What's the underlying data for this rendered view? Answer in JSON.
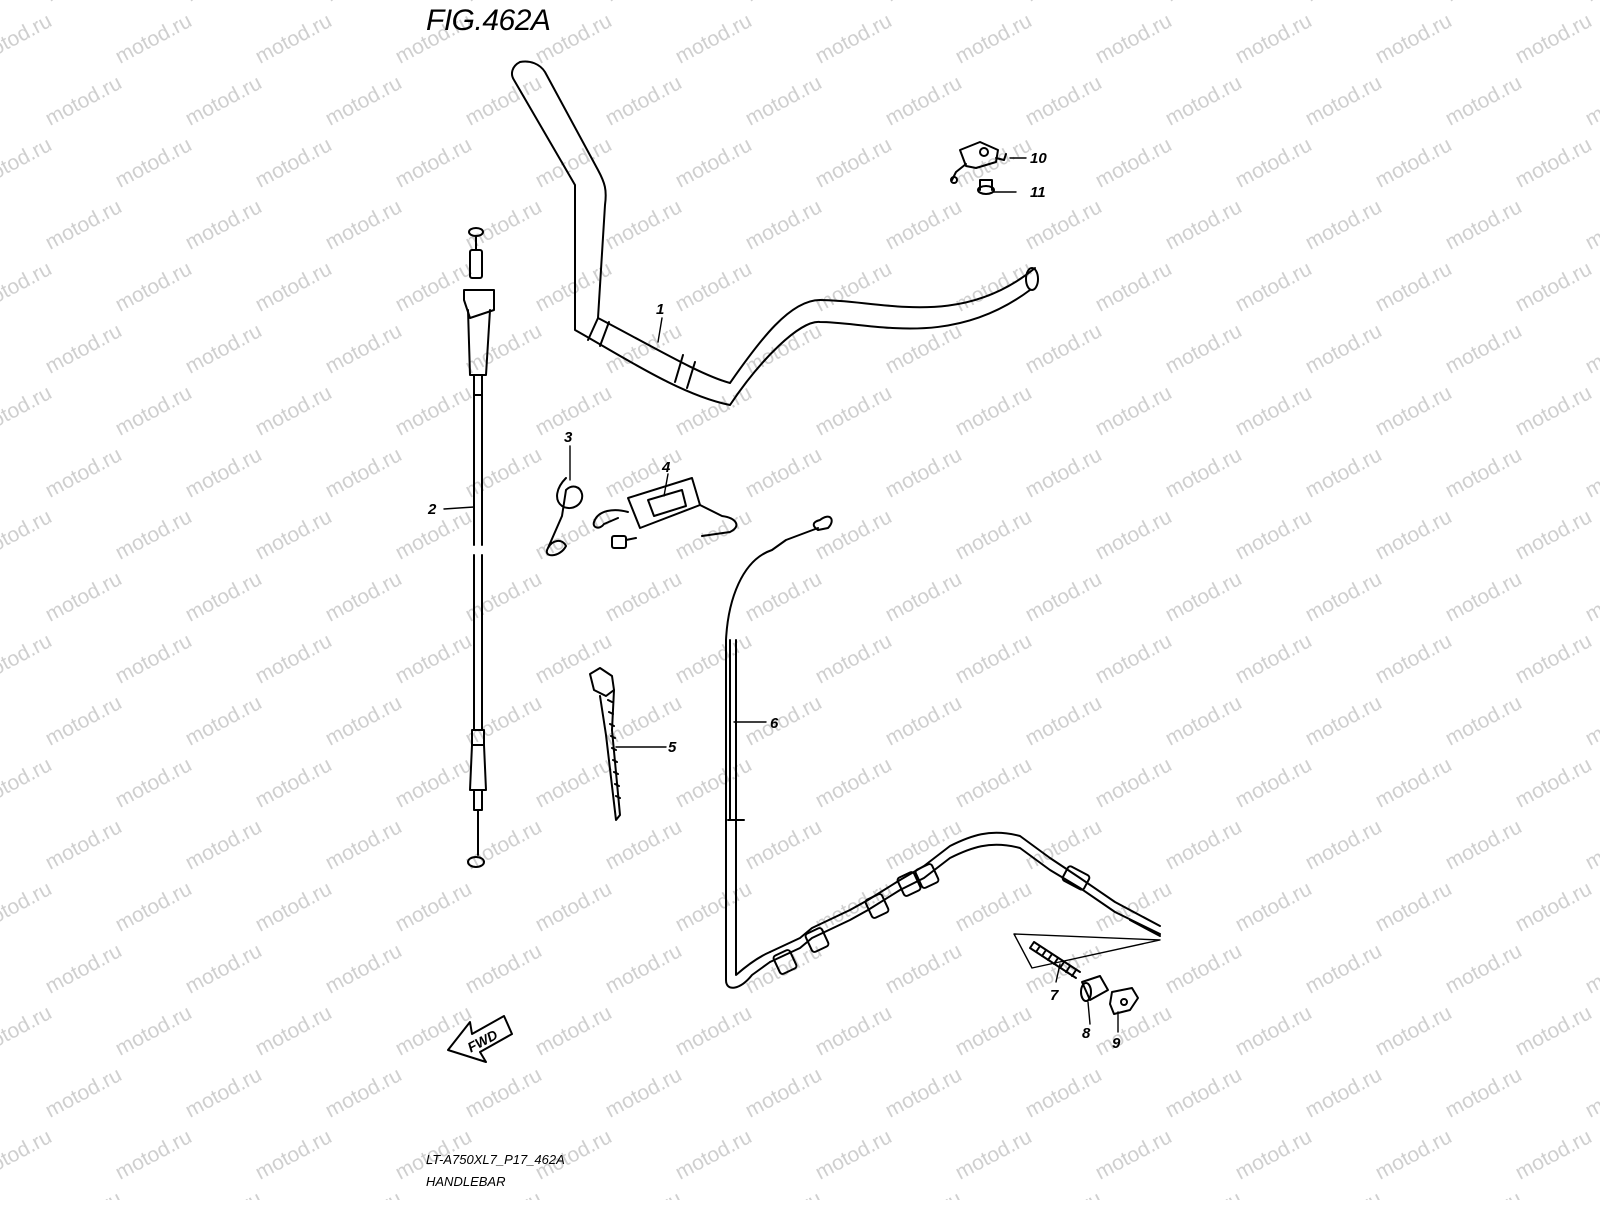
{
  "figure": {
    "title": "FIG.462A",
    "drawing_code": "LT-A750XL7_P17_462A",
    "section_name": "HANDLEBAR"
  },
  "watermark": "motod.ru",
  "direction_badge": "FWD",
  "callouts": [
    "1",
    "2",
    "3",
    "4",
    "5",
    "6",
    "7",
    "8",
    "9",
    "10",
    "11"
  ]
}
